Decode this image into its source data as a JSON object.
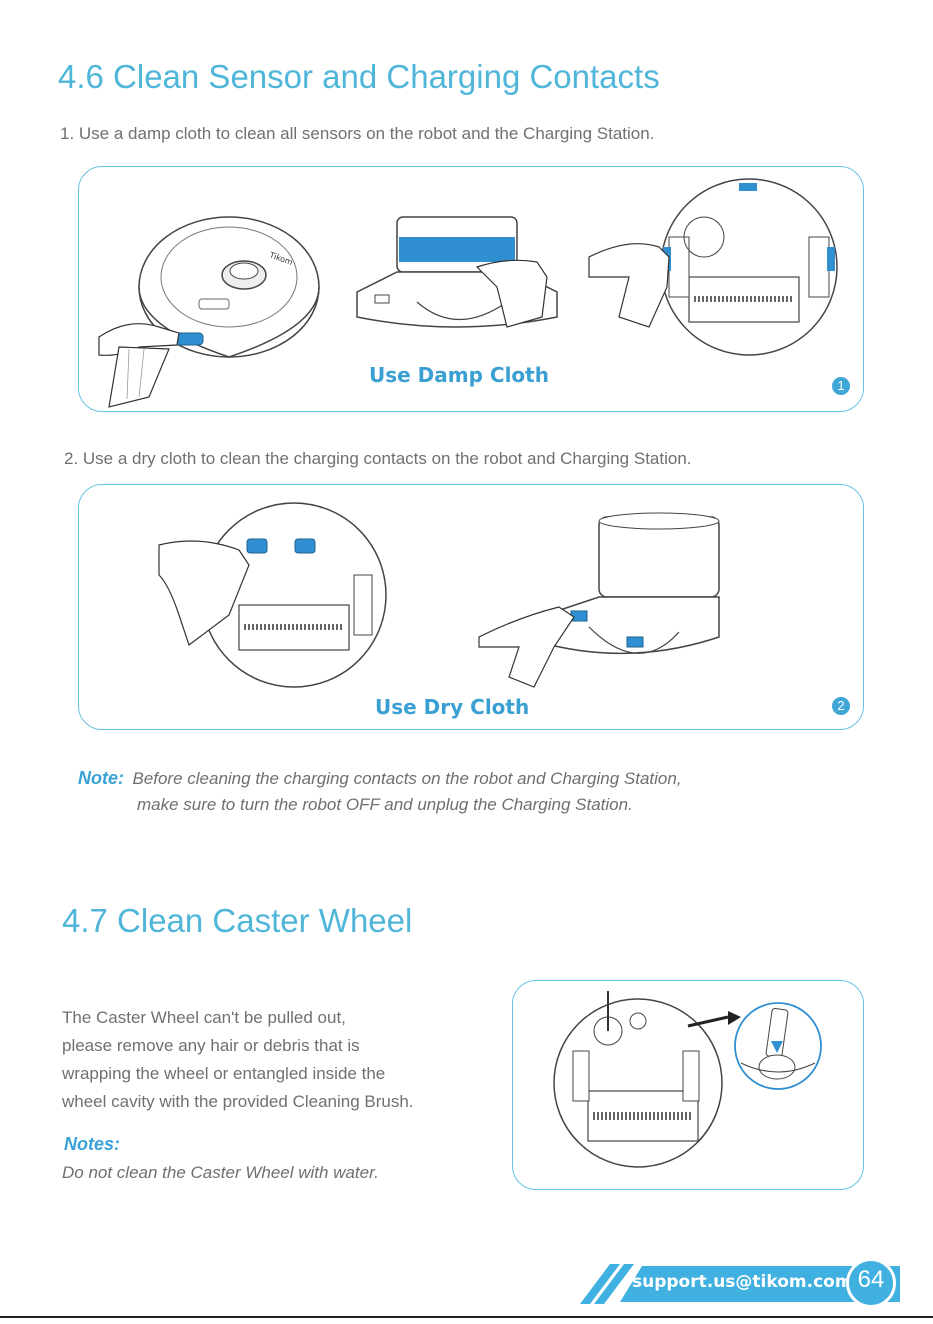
{
  "section1": {
    "title": "4.6 Clean Sensor and Charging Contacts",
    "step1": "1. Use a damp cloth to clean all sensors on the robot and the Charging Station.",
    "panel1_caption": "Use Damp Cloth",
    "panel1_badge": "1",
    "step2": "2. Use a dry cloth to clean the charging contacts on the robot and Charging Station.",
    "panel2_caption": "Use Dry Cloth",
    "panel2_badge": "2",
    "note_label": "Note:",
    "note_line1": "Before cleaning the charging contacts on the robot and Charging Station,",
    "note_line2": "make sure to turn the robot OFF and unplug the Charging Station."
  },
  "section2": {
    "title": "4.7 Clean Caster Wheel",
    "body_lines": [
      "The Caster Wheel can't be pulled out,",
      "please remove any hair or debris that is",
      "wrapping the wheel or entangled inside the",
      "wheel cavity with the provided Cleaning Brush."
    ],
    "notes_label": "Notes:",
    "notes_text": "Do not clean the Caster Wheel with water."
  },
  "robot_logo_text": "Tikom",
  "footer": {
    "email": "support.us@tikom.com",
    "page_number": "64"
  },
  "colors": {
    "accent": "#4fb6d9",
    "highlight_blue": "#2f8fd0",
    "footer_bar": "#3fb0e0"
  }
}
